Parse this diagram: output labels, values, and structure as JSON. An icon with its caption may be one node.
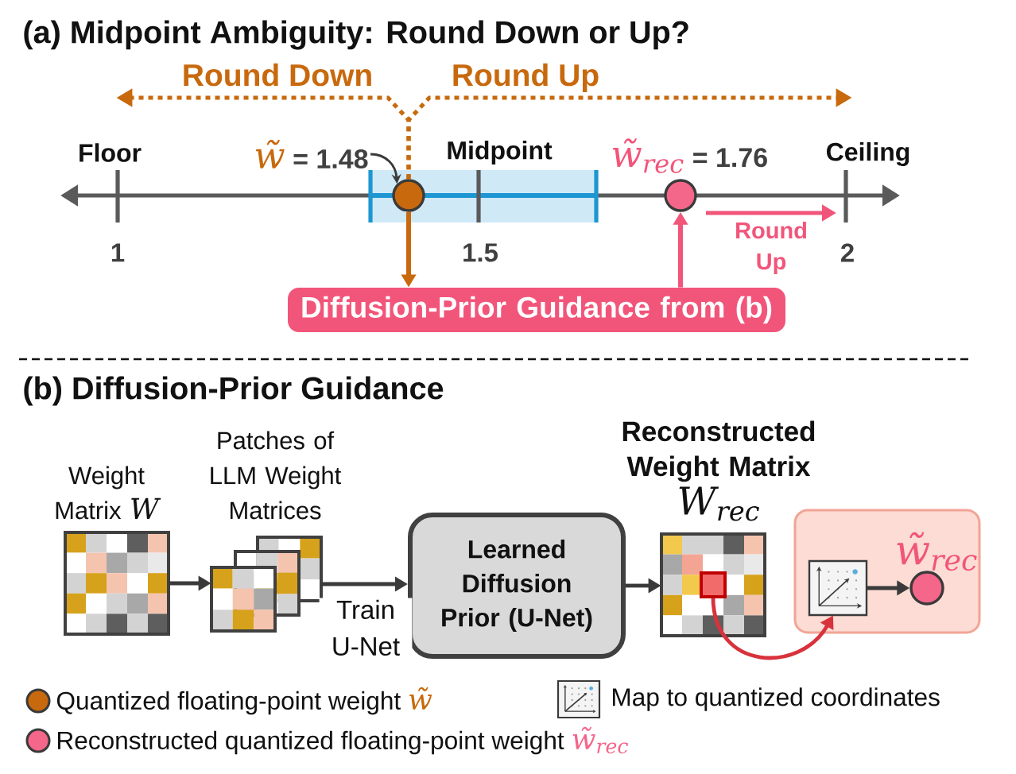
{
  "diagram": {
    "nodes": [
      {
        "text": [
          "*w̃* = 1.48"
        ]
      },
      {
        "text": [],
        "shape": "circle"
      },
      {
        "text": [],
        "shape": "circle",
        "beside": [
          "*w̃$_{rec}$* = 1.76"
        ]
      },
      {
        "text": [
          "Diffusion-Prior Guidance from (b)"
        ]
      },
      {
        "text": [
          "Weight Matrix *W*"
        ]
      },
      {
        "text": [
          "Patches of LLM Weight Matrices"
        ]
      },
      {
        "text": [
          "Learned Diffusion Prior (U-Net)"
        ]
      },
      {
        "text": [
          "Reconstructed Weight Matrix",
          "W$_{rec}$"
        ]
      },
      {
        "text": [],
        "shape": "box",
        "in": 7
      },
      {
        "text": [],
        "shape": "box"
      },
      {
        "text": [],
        "shape": "picture",
        "in": 9
      },
      {
        "text": [],
        "shape": "circle",
        "in": 9,
        "beside": [
          "w̃$_{rec}$"
        ]
      }
    ],
    "edges": [
      {
        "from": 0,
        "to": 1,
        "arrow": "to"
      },
      {
        "from": 1,
        "to": null,
        "arrow": "to",
        "label": "Round Down",
        "style": "dashed",
        "color": "#c8690d"
      },
      {
        "from": 1,
        "to": null,
        "arrow": "to",
        "label": "Round Up",
        "style": "dashed",
        "color": "#c8690d"
      },
      {
        "from": 1,
        "to": 3,
        "arrow": "to",
        "color": "#c8690d"
      },
      {
        "from": 3,
        "to": 2,
        "arrow": "to",
        "color": "#f2557a"
      },
      {
        "from": 4,
        "to": 5,
        "arrow": "to"
      },
      {
        "from": 5,
        "to": 6,
        "arrow": "to",
        "label": "Train U-Net"
      },
      {
        "from": 6,
        "to": 7,
        "arrow": "to"
      },
      {
        "from": 8,
        "to": 10,
        "arrow": "to",
        "color": "#d8323c"
      },
      {
        "from": 10,
        "to": 11,
        "arrow": "to"
      }
    ],
    "labels": [
      "(a) Midpoint Ambiguity: Round Down or Up?",
      "Floor",
      "Midpoint",
      "Ceiling",
      "1",
      "1.5",
      "Round Up",
      "2",
      "(b) Diffusion-Prior Guidance"
    ],
    "legend": [
      {
        "text": "Quantized floating-point weight *w̃*",
        "color": "#c8690d"
      },
      {
        "text": "Map to quantized coordinates"
      },
      {
        "text": "Reconstructed quantized floating-point weight *w̃$_{rec}$*",
        "color": "#f4668a"
      }
    ]
  }
}
